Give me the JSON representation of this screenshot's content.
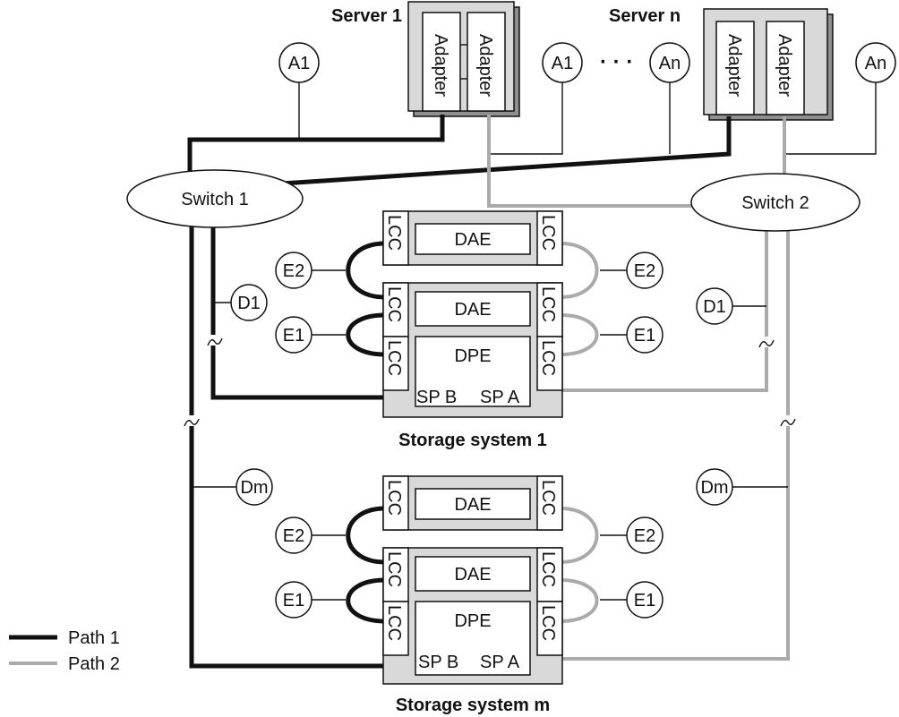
{
  "servers": [
    {
      "name": "Server 1",
      "adapters": [
        "Adapter",
        "Adapter"
      ]
    },
    {
      "name": "Server n",
      "adapters": [
        "Adapter",
        "Adapter"
      ]
    }
  ],
  "switches": [
    "Switch 1",
    "Switch 2"
  ],
  "callouts": {
    "a1": "A1",
    "an": "An",
    "ellipsis": "· · ·",
    "d1": "D1",
    "dm": "Dm",
    "e1": "E1",
    "e2": "E2"
  },
  "storage_systems": [
    {
      "name": "Storage system 1",
      "dae": "DAE",
      "dpe": "DPE",
      "lcc": "LCC",
      "sp_b": "SP B",
      "sp_a": "SP A"
    },
    {
      "name": "Storage system m",
      "dae": "DAE",
      "dpe": "DPE",
      "lcc": "LCC",
      "sp_b": "SP B",
      "sp_a": "SP A"
    }
  ],
  "legend": [
    {
      "label": "Path 1",
      "color": "#111111"
    },
    {
      "label": "Path 2",
      "color": "#aaaaaa"
    }
  ],
  "colors": {
    "path1": "#111111",
    "path2": "#aaaaaa",
    "enclosure": "#d9d9d9"
  }
}
